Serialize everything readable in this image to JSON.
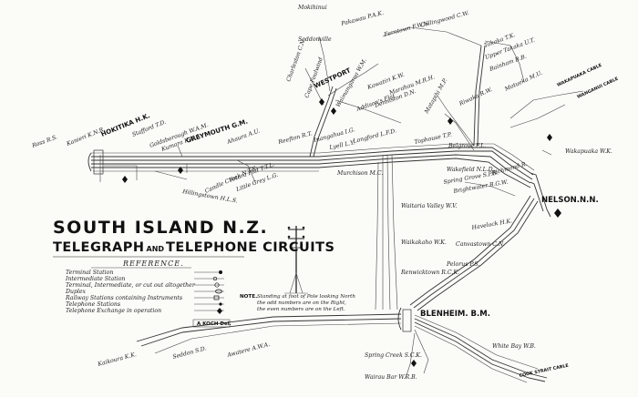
{
  "title": {
    "line1": "SOUTH ISLAND N.Z.",
    "line2a": "TELEGRAPH",
    "line2b": "AND",
    "line2c": "TELEPHONE CIRCUITS"
  },
  "reference": {
    "heading": "REFERENCE.",
    "items": [
      "Terminal Station",
      "Intermediate Station",
      "Terminal, Intermediate, or cut out altogether",
      "Duplex",
      "Railway Stations containing Instruments",
      "Telephone Stations",
      "Telephone Exchange in operation"
    ]
  },
  "note": {
    "label": "NOTE.",
    "text1": "Standing at foot of Pole looking North",
    "text2": "the odd numbers are on the Right,",
    "text3": "the even numbers are on the Left."
  },
  "signature": "A KOCH  Del.",
  "hubs": {
    "nelson": "NELSON.N.N.",
    "blenheim": "BLENHEIM. B.M.",
    "westport": "WESTPORT",
    "greymouth": "GREYMOUTH G.M.",
    "hokitika": "HOKITIKA H.K."
  },
  "stations": [
    "Ross R.S.",
    "Kanieri K.N.R.",
    "Stafford T.D.",
    "Goldsborough W.A.M.",
    "Kumara K.U.A.",
    "Hillingstown H.L.S.",
    "Candle Creek N.T.K.",
    "Totara Flat T.T.L.",
    "Little Grey L.G.",
    "Ahaura A.U.",
    "Reefton R.T.",
    "Inangahua I.G.",
    "Lyell L.Y.",
    "Longford L.F.D.",
    "Murchison M.C.",
    "Tophouse T.P.",
    "Belgrove F.L.",
    "Wakefield N.L.D.",
    "Spring Grove S.P.B.",
    "Brightwater B.G.W.",
    "Richmond R.",
    "Motueka M.U.",
    "Riwaka R.W.",
    "Takaka T.K.",
    "Collingwood C.W.",
    "Ferntown F.W.N.",
    "Bainham B.B.",
    "Pakawau P.A.K.",
    "Upper Takaka U.T.",
    "Wakapuaka W.K.",
    "Havelock H.K.",
    "Canvastown C.N.",
    "Pelorus P.S.",
    "Waitaria Valley W.V.",
    "Waikakaho W.K.",
    "Renwicktown R.C.K.",
    "Spring Creek S.C.K.",
    "Wairau Bar W.R.B.",
    "White Bay W.B.",
    "Kaikoura K.K.",
    "Awatere A.W.A.",
    "Seddon S.D.",
    "Mokihinui",
    "Seddonville",
    "Charleston C.N.",
    "Cape Foulwind",
    "Addison's Flat",
    "Kawatiri K.W.",
    "Denniston D.N.",
    "Waimangaroa W.M.",
    "Marahau M.R.H.",
    "Matapihi M.P."
  ],
  "cables": [
    "WAKAPUAKA CABLE",
    "WANGANUI CABLE",
    "COOK STRAIT CABLE"
  ]
}
